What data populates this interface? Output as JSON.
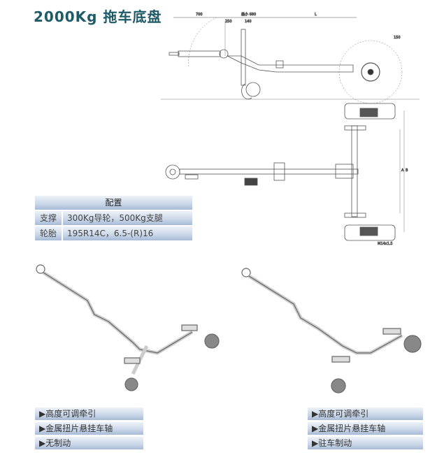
{
  "title": "2000Kg 拖车底盘",
  "drawing": {
    "dims": [
      "700",
      "最小 680",
      "L",
      "250",
      "140",
      "150",
      "A",
      "B",
      "M14x1.5"
    ]
  },
  "config_table": {
    "header": "配置",
    "rows": [
      {
        "key": "支撑",
        "value": "300Kg导轮，500Kg支腿"
      },
      {
        "key": "轮胎",
        "value": "195R14C，6.5-(R)16"
      }
    ]
  },
  "features_left": [
    "▶高度可调牵引",
    "▶金属扭片悬挂车轴",
    "▶无制动"
  ],
  "features_right": [
    "▶高度可调牵引",
    "▶金属扭片悬挂车轴",
    "▶驻车制动"
  ]
}
